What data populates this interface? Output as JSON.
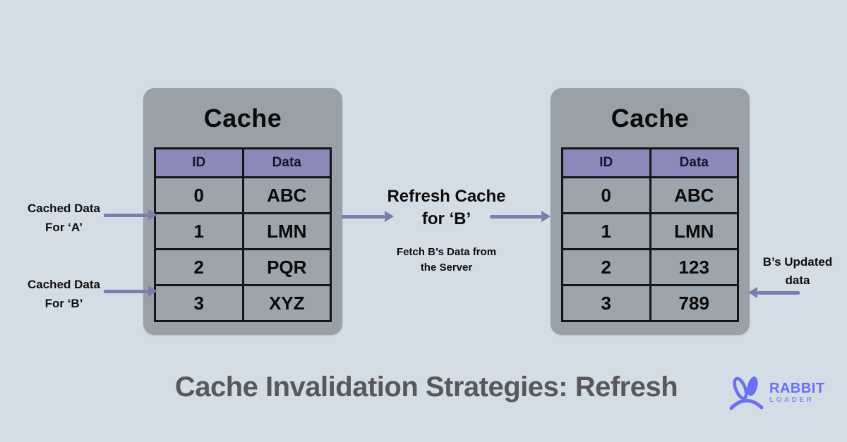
{
  "colors": {
    "background": "#d2dde6",
    "card": "#98a1a8",
    "cell": "#9ca5ac",
    "table_header": "#8b89ba",
    "arrow": "#787fab",
    "footer_title": "#57585b",
    "logo": "#6b6ff1"
  },
  "left_cache": {
    "title": "Cache",
    "columns": [
      "ID",
      "Data"
    ],
    "rows": [
      {
        "id": "0",
        "data": "ABC"
      },
      {
        "id": "1",
        "data": "LMN"
      },
      {
        "id": "2",
        "data": "PQR"
      },
      {
        "id": "3",
        "data": "XYZ"
      }
    ]
  },
  "right_cache": {
    "title": "Cache",
    "columns": [
      "ID",
      "Data"
    ],
    "rows": [
      {
        "id": "0",
        "data": "ABC"
      },
      {
        "id": "1",
        "data": "LMN"
      },
      {
        "id": "2",
        "data": "123"
      },
      {
        "id": "3",
        "data": "789"
      }
    ]
  },
  "annotations": {
    "cached_a_line1": "Cached Data",
    "cached_a_line2": "For ‘A’",
    "cached_b_line1": "Cached Data",
    "cached_b_line2": "For ‘B’",
    "refresh_line1": "Refresh Cache",
    "refresh_line2": "for ‘B’",
    "fetch_line1": "Fetch B’s Data from",
    "fetch_line2": "the Server",
    "updated_line1": "B’s Updated",
    "updated_line2": "data"
  },
  "footer": {
    "title": "Cache Invalidation Strategies: Refresh"
  },
  "logo": {
    "brand": "RABBIT",
    "sub": "LOADER"
  }
}
